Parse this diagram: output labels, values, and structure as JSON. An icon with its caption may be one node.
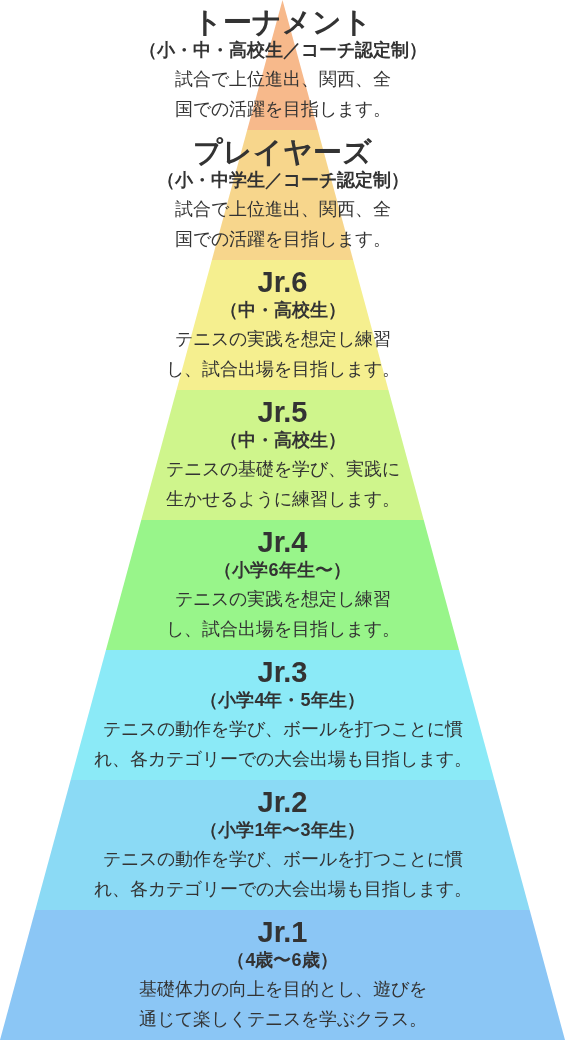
{
  "diagram": {
    "nodes": [
      {
        "text": [
          "トーナメント",
          "（小・中・高校生／コーチ認定制）",
          "試合で上位進出、関西、全国での活躍を目指します。"
        ]
      },
      {
        "text": [
          "プレイヤーズ",
          "（小・中学生／コーチ認定制）",
          "試合で上位進出、関西、全国での活躍を目指します。"
        ]
      },
      {
        "text": [
          "Jr.6",
          "（中・高校生）",
          "テニスの実践を想定し練習し、試合出場を目指します。"
        ]
      },
      {
        "text": [
          "Jr.5",
          "（中・高校生）",
          "テニスの基礎を学び、実践に生かせるように練習します。"
        ]
      },
      {
        "text": [
          "Jr.4",
          "（小学6年生〜）",
          "テニスの実践を想定し練習し、試合出場を目指します。"
        ]
      },
      {
        "text": [
          "Jr.3",
          "（小学4年・5年生）",
          "テニスの動作を学び、ボールを打つことに慣れ、各カテゴリーでの大会出場も目指します。"
        ]
      },
      {
        "text": [
          "Jr.2",
          "（小学1年〜3年生）",
          "テニスの動作を学び、ボールを打つことに慣れ、各カテゴリーでの大会出場も目指します。"
        ]
      },
      {
        "text": [
          "Jr.1",
          "（4歳〜6歳）",
          "基礎体力の向上を目的とし、遊びを通じて楽しくテニスを学ぶクラス。"
        ]
      }
    ]
  }
}
